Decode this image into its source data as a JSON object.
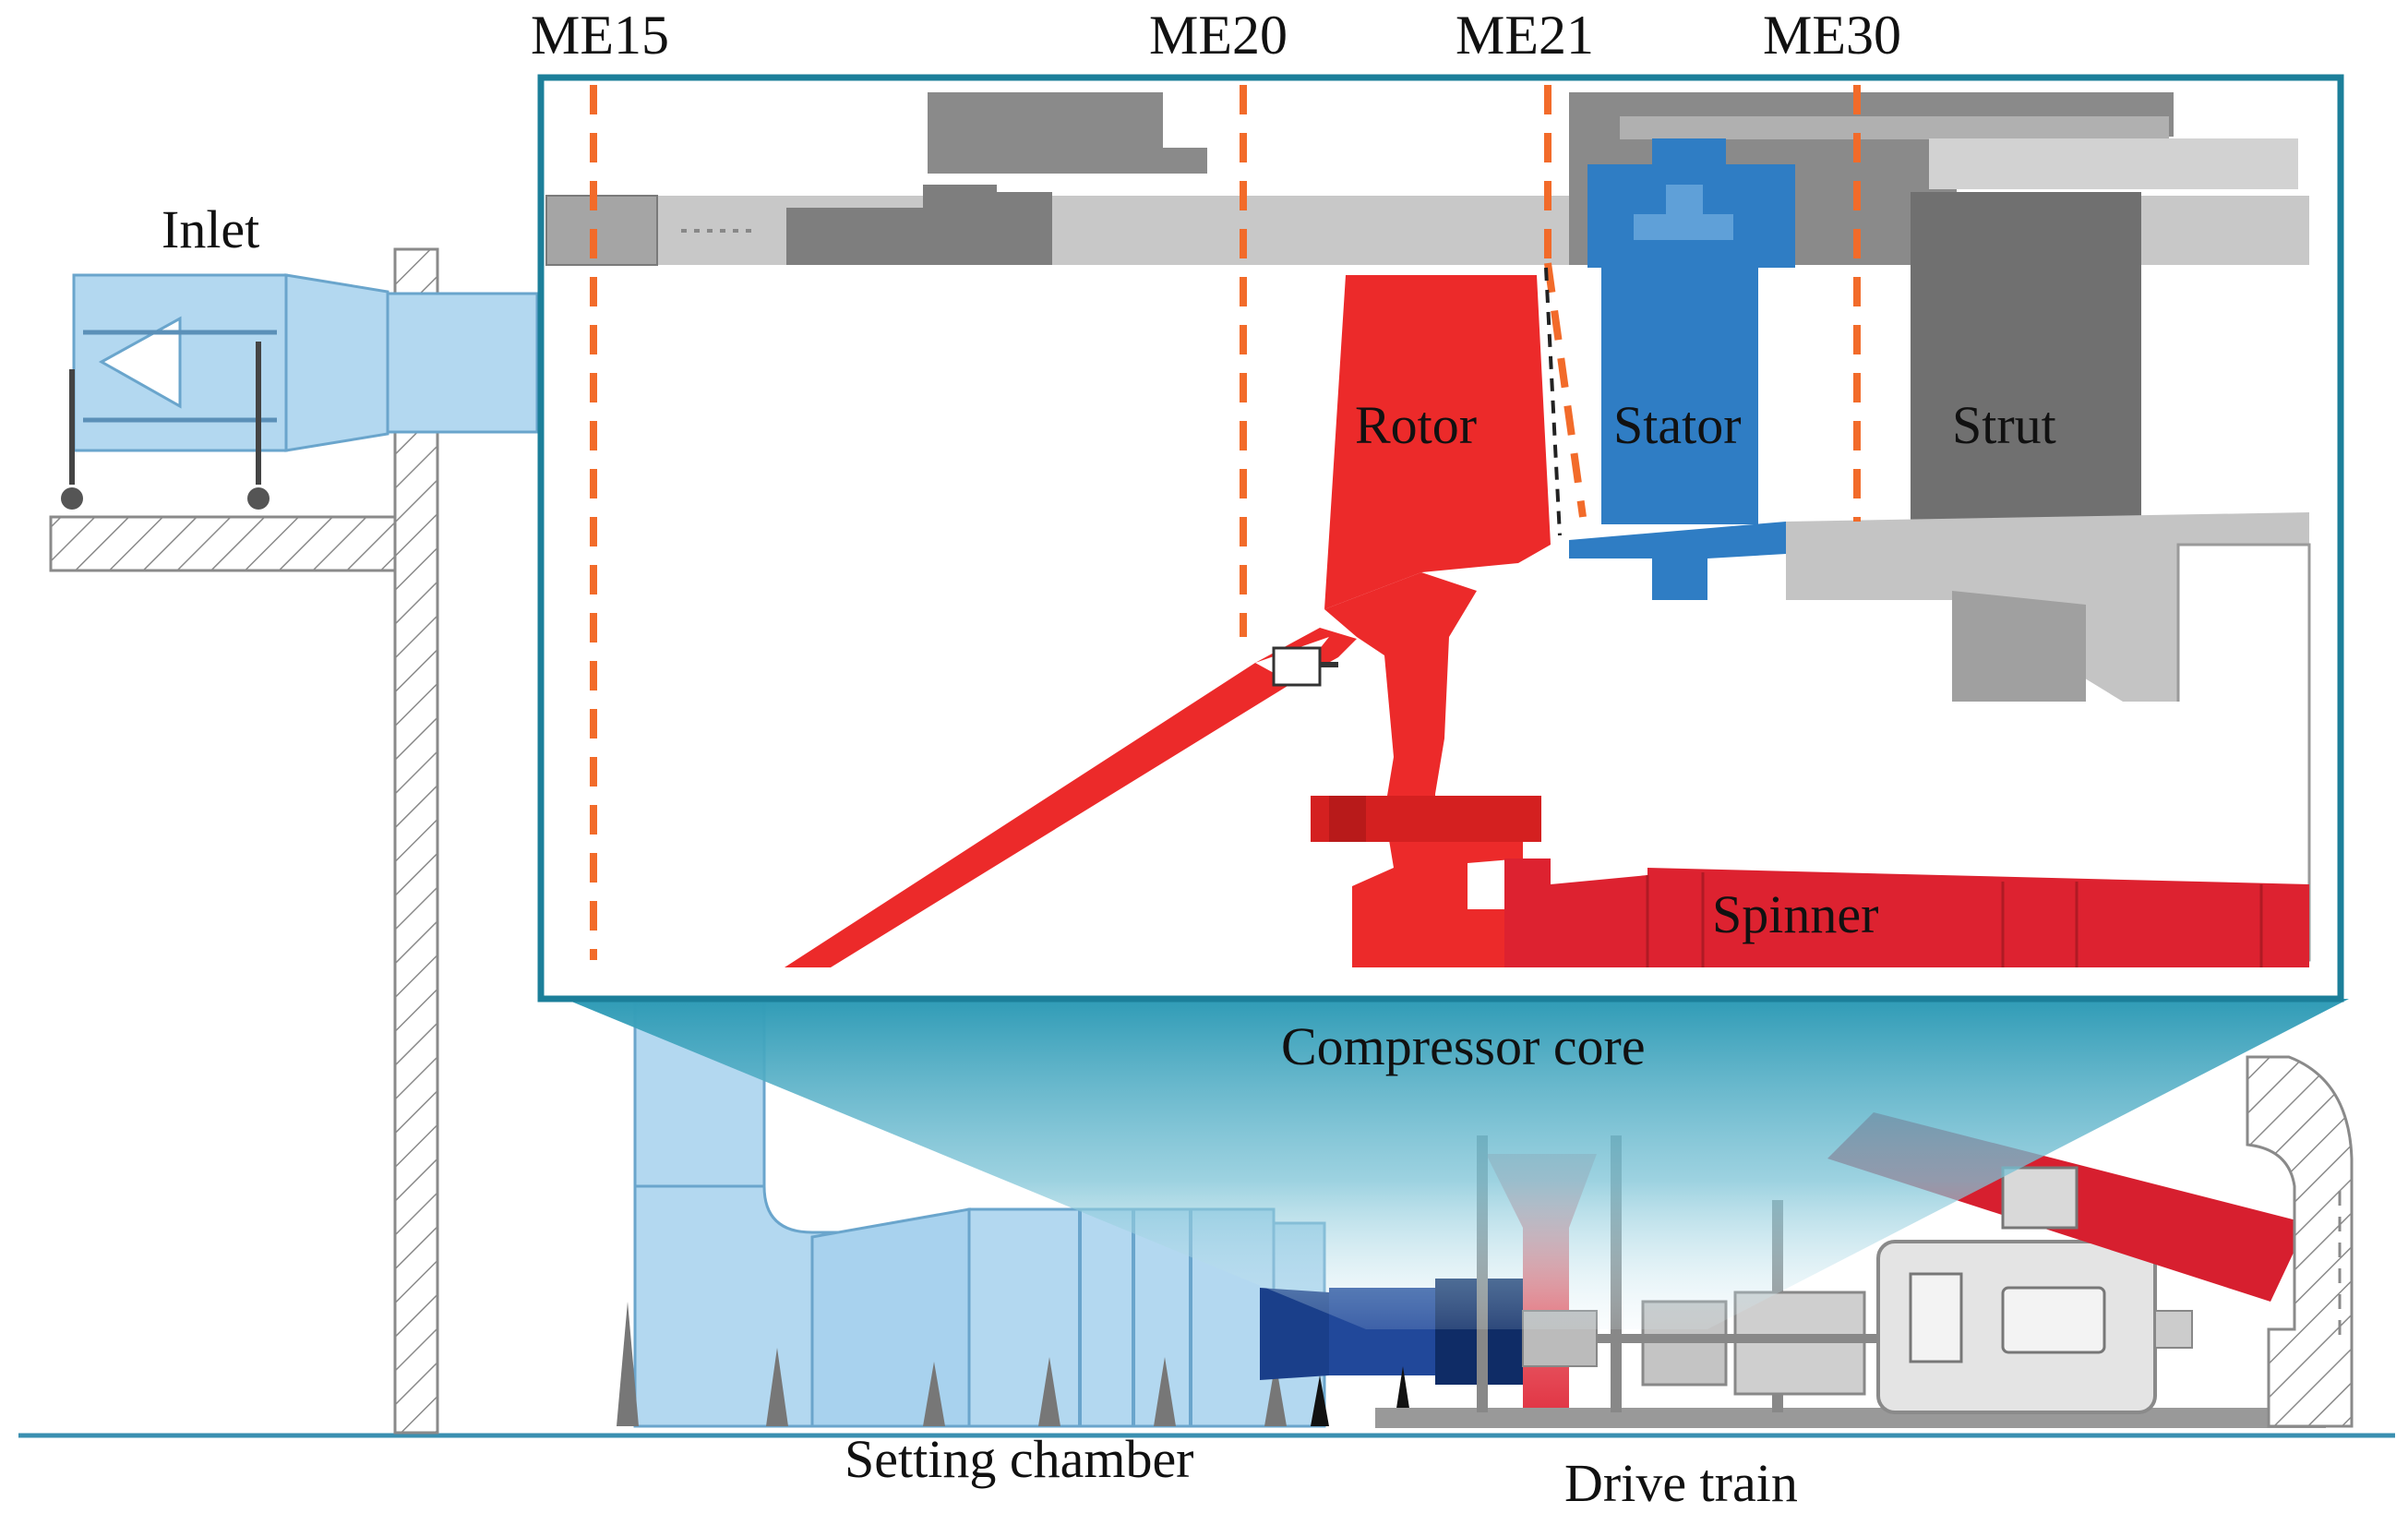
{
  "measurement_planes": [
    "ME15",
    "ME20",
    "ME21",
    "ME30"
  ],
  "inset_labels": {
    "rotor": "Rotor",
    "stator": "Stator",
    "strut": "Strut",
    "spinner": "Spinner"
  },
  "facility_labels": {
    "inlet": "Inlet",
    "compressor_core": "Compressor core",
    "setting_chamber": "Setting chamber",
    "drive_train": "Drive train"
  },
  "colors": {
    "rotor": "#ec2a2a",
    "stator": "#2f7dc4",
    "strut": "#707070",
    "casing_light": "#c4c4c4",
    "casing_dark": "#7a7a7a",
    "measurement_line": "#f26b2a",
    "duct_blue": "#b3d8f0",
    "frame_teal": "#1c7f9a",
    "projection_teal": "#3fa4bd"
  }
}
